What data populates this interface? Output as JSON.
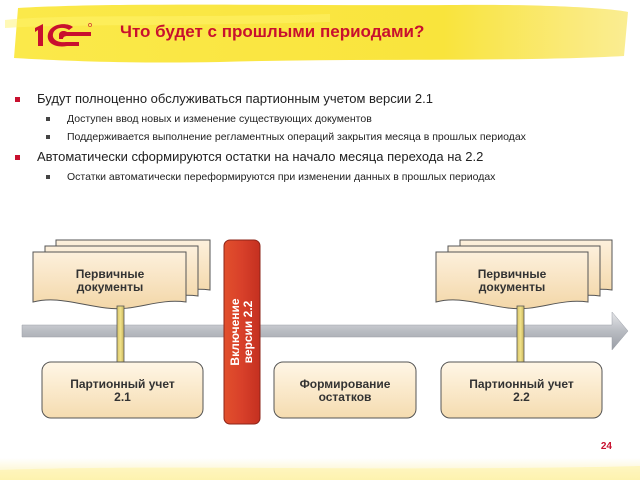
{
  "header": {
    "title": "Что будет с прошлыми периодами?",
    "logo_text": "1С",
    "accent_color": "#c8102e",
    "band_color": "#f7e43a"
  },
  "bullets": [
    {
      "text": "Будут полноценно обслуживаться партионным учетом версии 2.1",
      "sub": [
        "Доступен ввод новых и изменение существующих документов",
        "Поддерживается выполнение регламентных операций закрытия месяца в прошлых периодах"
      ]
    },
    {
      "text": "Автоматически сформируются остатки на начало месяца перехода на 2.2",
      "sub": [
        "Остатки автоматически переформируются при изменении данных в прошлых периодах"
      ]
    }
  ],
  "diagram": {
    "left_docs_line1": "Первичные",
    "left_docs_line2": "документы",
    "right_docs_line1": "Первичные",
    "right_docs_line2": "документы",
    "box_left_line1": "Партионный учет",
    "box_left_line2": "2.1",
    "box_mid_line1": "Формирование",
    "box_mid_line2": "остатков",
    "box_right_line1": "Партионный учет",
    "box_right_line2": "2.2",
    "switch_line1": "Включение",
    "switch_line2": "версии 2.2"
  },
  "page_number": "24"
}
